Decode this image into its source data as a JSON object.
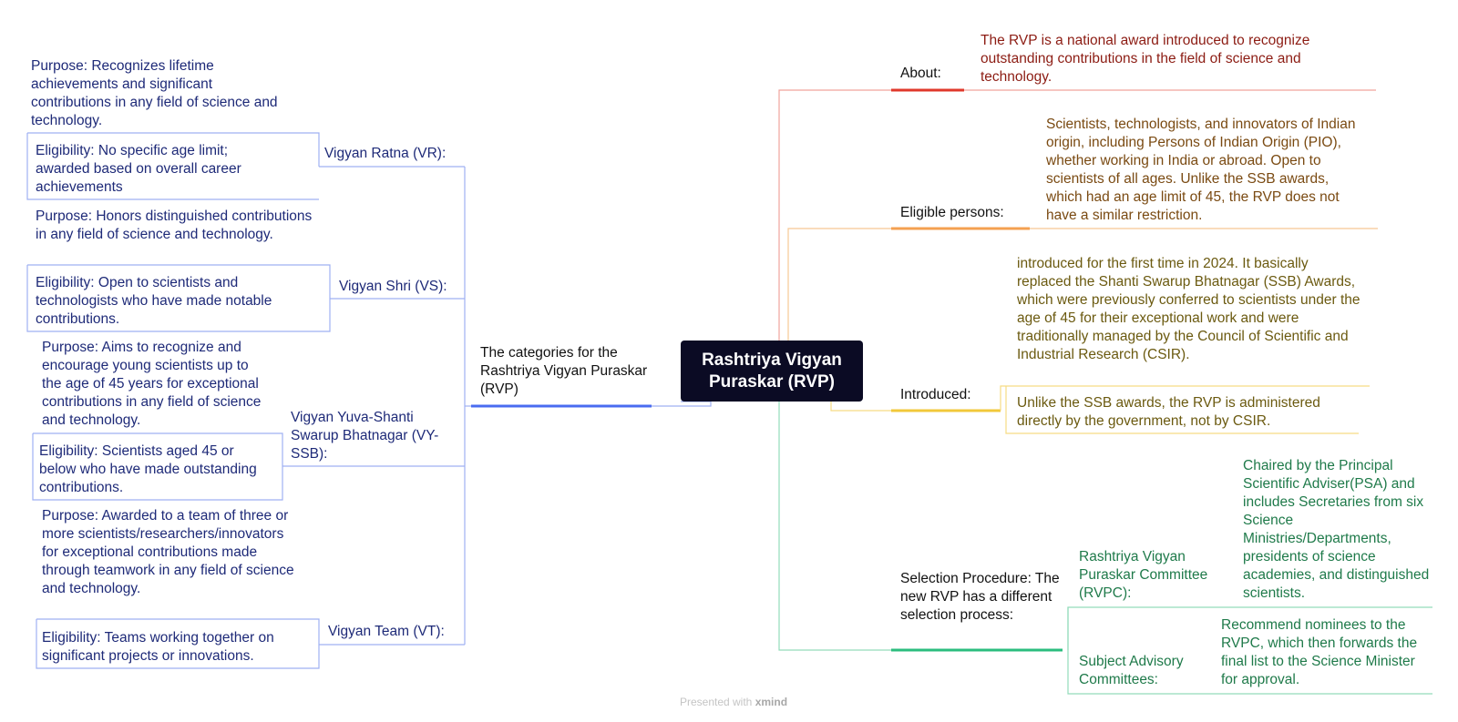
{
  "central": "Rashtriya Vigyan Puraskar (RVP)",
  "left": {
    "main": "The categories for the Rashtriya Vigyan Puraskar (RVP)",
    "categories": [
      {
        "label": "Vigyan Ratna (VR):",
        "purpose": "Purpose: Recognizes lifetime achievements and significant contributions in any field of science and technology.",
        "eligibility": "Eligibility: No specific age limit; awarded based on overall career achievements"
      },
      {
        "label": "Vigyan Shri (VS):",
        "purpose": "Purpose: Honors distinguished contributions in any field of science and technology.",
        "eligibility": "Eligibility: Open to scientists and technologists who have made notable contributions."
      },
      {
        "label": "Vigyan Yuva-Shanti Swarup Bhatnagar (VY-SSB):",
        "purpose": "Purpose: Aims to recognize and encourage young scientists up to the age of 45 years for exceptional contributions in any field of science and technology.",
        "eligibility": "Eligibility: Scientists aged 45 or below who have made outstanding contributions."
      },
      {
        "label": "Vigyan Team (VT):",
        "purpose": "Purpose: Awarded to a team of three or more scientists/researchers/innovators for exceptional contributions made through teamwork in any field of science and technology.",
        "eligibility": "Eligibility: Teams working together on significant projects or innovations."
      }
    ]
  },
  "right": {
    "about": {
      "label": "About:",
      "text": "The RVP is a national award introduced to recognize outstanding contributions in the field of science and technology."
    },
    "eligible": {
      "label": "Eligible persons:",
      "text": "Scientists, technologists, and innovators of Indian origin, including Persons of Indian Origin (PIO), whether working in India or abroad. Open to scientists of all ages. Unlike the SSB awards, which had an age limit of 45, the RVP does not have a similar restriction."
    },
    "introduced": {
      "label": "Introduced:",
      "text1": "introduced for the first time in 2024. It basically replaced the Shanti Swarup Bhatnagar (SSB) Awards, which were previously conferred to scientists under the age of 45 for their exceptional work and were traditionally managed by the Council of Scientific and Industrial Research (CSIR).",
      "text2": "Unlike the SSB awards, the RVP is administered directly by the government, not by CSIR."
    },
    "selection": {
      "label": "Selection Procedure: The new RVP has a different selection process:",
      "rvpc_label": "Rashtriya Vigyan Puraskar Committee (RVPC):",
      "rvpc_text": "Chaired by the  Principal Scientific Adviser(PSA) and includes Secretaries from six Science Ministries/Departments, presidents of science academies, and distinguished scientists.",
      "sac_label": "Subject Advisory Committees:",
      "sac_text": "Recommend nominees to the RVPC, which then forwards the final list to the Science Minister for approval."
    }
  },
  "footer": {
    "prefix": "Presented with ",
    "brand": "xmind"
  },
  "colors": {
    "left_branch": "#4a6cf0",
    "left_light": "#9fb0f2",
    "about": "#e0382b",
    "eligible": "#f4a051",
    "introduced": "#f2c83a",
    "selection": "#2bbd7e",
    "central_bg": "#0b0b24"
  }
}
